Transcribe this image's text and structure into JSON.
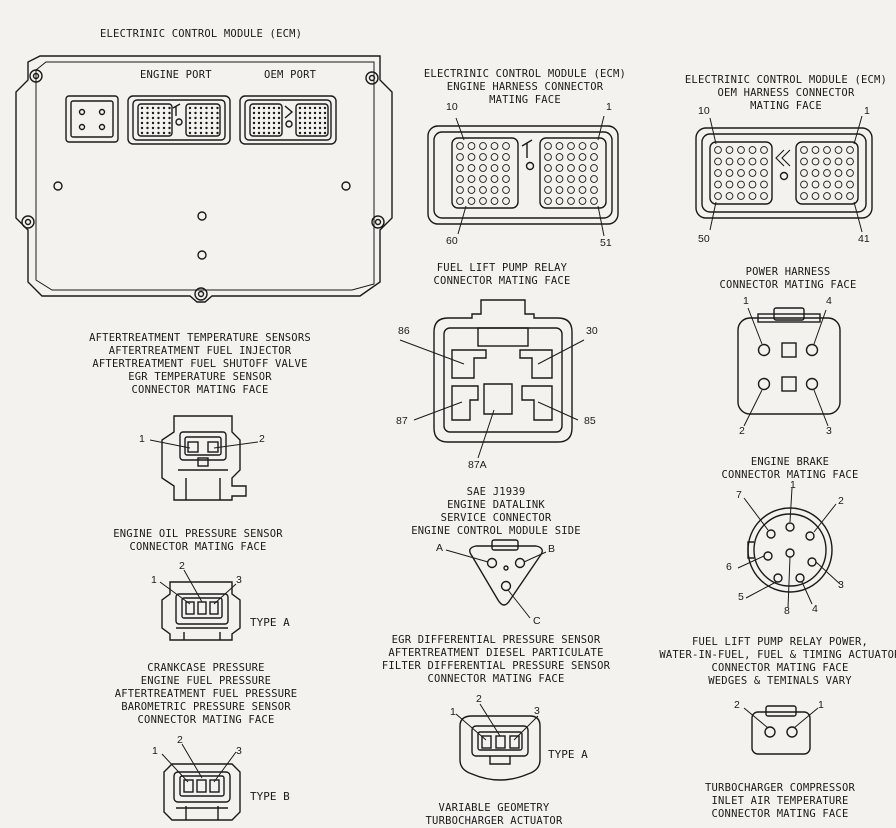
{
  "ecm": {
    "title": "ELECTRINIC CONTROL MODULE (ECM)",
    "engine_port": "ENGINE PORT",
    "oem_port": "OEM PORT"
  },
  "engine_harness": {
    "lines": [
      "ELECTRINIC CONTROL MODULE (ECM)",
      "ENGINE HARNESS CONNECTOR",
      "MATING FACE"
    ],
    "pins": {
      "top_left": "10",
      "top_right": "1",
      "bottom_left": "60",
      "bottom_right": "51"
    }
  },
  "oem_harness": {
    "lines": [
      "ELECTRINIC CONTROL MODULE (ECM)",
      "OEM HARNESS CONNECTOR",
      "MATING FACE"
    ],
    "pins": {
      "top_left": "10",
      "top_right": "1",
      "bottom_left": "50",
      "bottom_right": "41"
    }
  },
  "fuel_lift_relay": {
    "lines": [
      "FUEL LIFT PUMP RELAY",
      "CONNECTOR MATING FACE"
    ],
    "pins": {
      "p86": "86",
      "p30": "30",
      "p87": "87",
      "p85": "85",
      "p87a": "87A"
    }
  },
  "power_harness": {
    "lines": [
      "POWER HARNESS",
      "CONNECTOR MATING FACE"
    ],
    "pins": {
      "p1": "1",
      "p4": "4",
      "p2": "2",
      "p3": "3"
    }
  },
  "aftertreatment": {
    "lines": [
      "AFTERTREATMENT TEMPERATURE SENSORS",
      "AFTERTREATMENT FUEL INJECTOR",
      "AFTERTREATMENT FUEL SHUTOFF VALVE",
      "EGR TEMPERATURE SENSOR",
      "CONNECTOR MATING FACE"
    ],
    "pins": {
      "p1": "1",
      "p2": "2"
    }
  },
  "j1939": {
    "lines": [
      "SAE J1939",
      "ENGINE DATALINK",
      "SERVICE CONNECTOR",
      "ENGINE CONTROL MODULE SIDE"
    ],
    "pins": {
      "a": "A",
      "b": "B",
      "c": "C"
    }
  },
  "engine_brake": {
    "lines": [
      "ENGINE BRAKE",
      "CONNECTOR MATING FACE"
    ],
    "pins": {
      "p1": "1",
      "p2": "2",
      "p3": "3",
      "p4": "4",
      "p5": "5",
      "p6": "6",
      "p7": "7",
      "p8": "8"
    }
  },
  "oil_pressure": {
    "lines": [
      "ENGINE OIL PRESSURE SENSOR",
      "CONNECTOR MATING FACE"
    ],
    "pins": {
      "p1": "1",
      "p2": "2",
      "p3": "3"
    },
    "type": "TYPE A"
  },
  "egr_diff": {
    "lines": [
      "EGR DIFFERENTIAL PRESSURE SENSOR",
      "AFTERTREATMENT DIESEL PARTICULATE",
      "FILTER DIFFERENTIAL PRESSURE SENSOR",
      "CONNECTOR MATING FACE"
    ],
    "pins": {
      "p1": "1",
      "p2": "2",
      "p3": "3"
    },
    "type": "TYPE A"
  },
  "fuel_lift_power": {
    "lines": [
      "FUEL LIFT PUMP RELAY POWER,",
      "WATER-IN-FUEL, FUEL & TIMING ACTUATOR",
      "CONNECTOR MATING FACE",
      "WEDGES & TEMINALS VARY"
    ],
    "pins": {
      "p1": "1",
      "p2": "2"
    }
  },
  "crankcase": {
    "lines": [
      "CRANKCASE PRESSURE",
      "ENGINE FUEL PRESSURE",
      "AFTERTREATMENT FUEL PRESSURE",
      "BAROMETRIC PRESSURE SENSOR",
      "CONNECTOR MATING FACE"
    ],
    "pins": {
      "p1": "1",
      "p2": "2",
      "p3": "3"
    },
    "type": "TYPE B"
  },
  "vgt": {
    "lines": [
      "VARIABLE GEOMETRY",
      "TURBOCHARGER ACTUATOR"
    ]
  },
  "turbo_inlet": {
    "lines": [
      "TURBOCHARGER COMPRESSOR",
      "INLET AIR TEMPERATURE",
      "CONNECTOR MATING FACE"
    ]
  }
}
